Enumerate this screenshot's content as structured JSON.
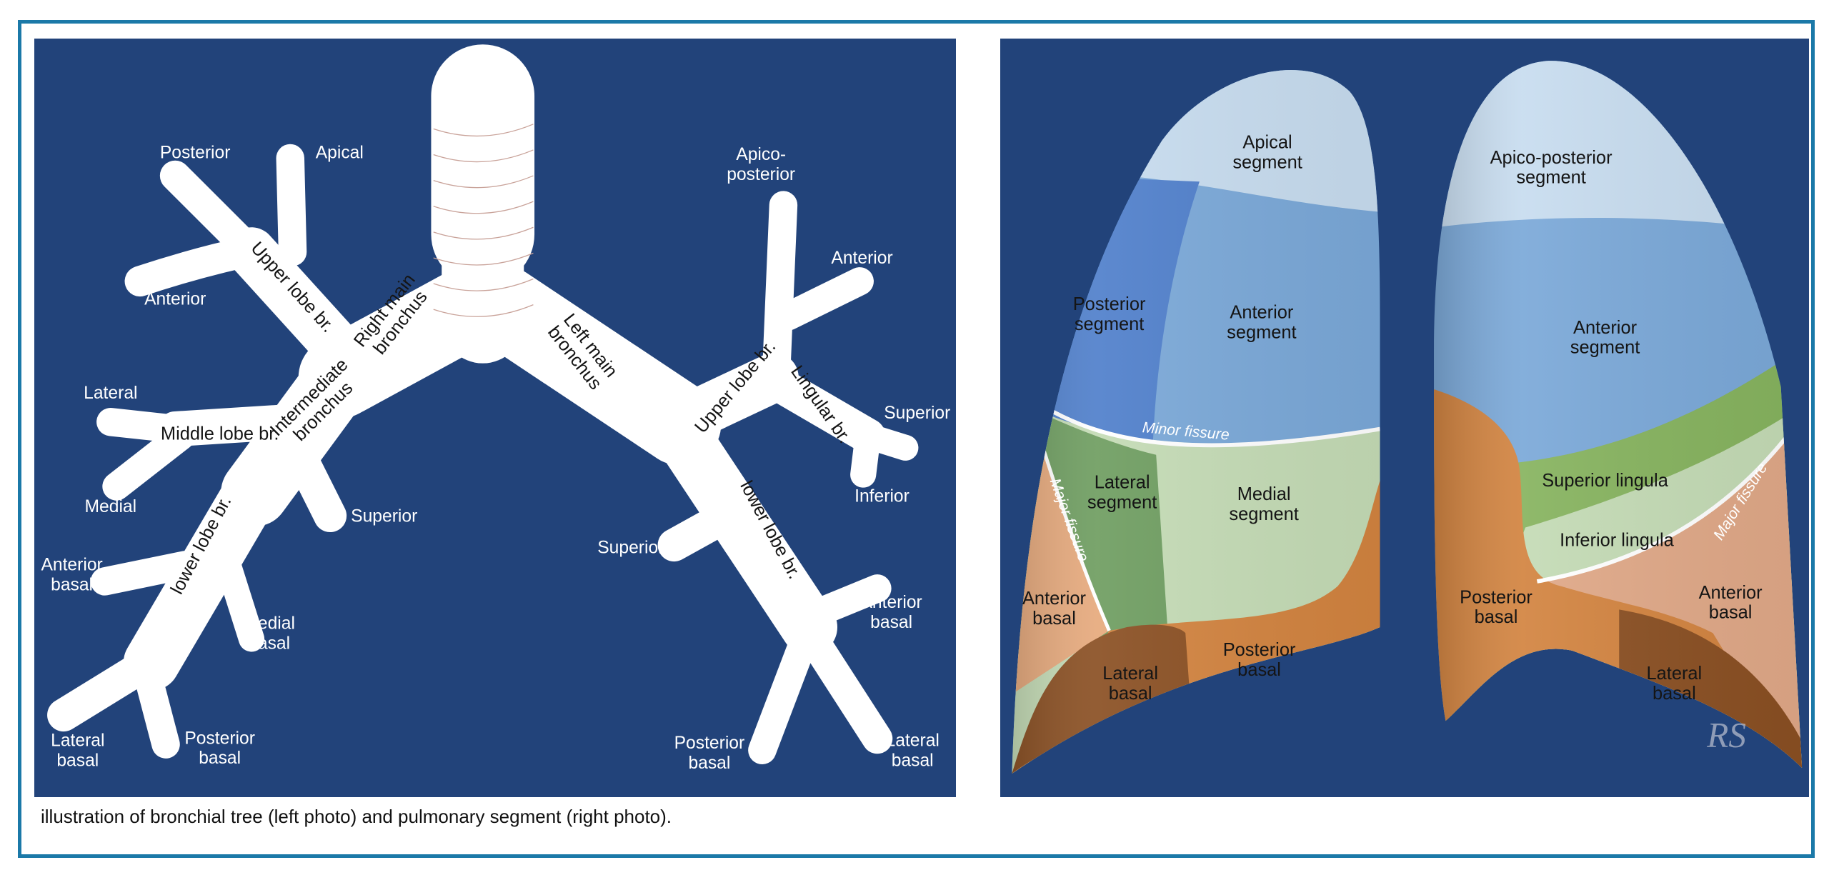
{
  "caption": "illustration of bronchial tree (left photo) and pulmonary segment (right photo).",
  "colors": {
    "border": "#1b79a8",
    "panel_background": "#22437a",
    "bronchus": "#ffffff",
    "apical": "#c7dcef",
    "posterior_segment": "#4f7fcb",
    "anterior_segment": "#7aa8d8",
    "lateral_segment": "#6e9d60",
    "medial_segment": "#c4dbb5",
    "superior_lingula": "#86b35e",
    "anterior_basal": "#e6a97c",
    "posterior_basal": "#d2833f",
    "lateral_basal": "#8a4f22"
  },
  "bronchial_tree": {
    "labels": [
      {
        "lines": [
          "Posterior"
        ]
      },
      {
        "lines": [
          "Apical"
        ]
      },
      {
        "lines": [
          "Anterior"
        ]
      },
      {
        "lines": [
          "Upper lobe br."
        ]
      },
      {
        "lines": [
          "Right main",
          "bronchus"
        ]
      },
      {
        "lines": [
          "Lateral"
        ]
      },
      {
        "lines": [
          "Middle lobe br."
        ]
      },
      {
        "lines": [
          "Intermediate",
          "bronchus"
        ]
      },
      {
        "lines": [
          "Medial"
        ]
      },
      {
        "lines": [
          "Superior"
        ]
      },
      {
        "lines": [
          "Anterior",
          "basal"
        ]
      },
      {
        "lines": [
          "lower lobe br."
        ]
      },
      {
        "lines": [
          "Medial",
          "basal"
        ]
      },
      {
        "lines": [
          "Lateral",
          "basal"
        ]
      },
      {
        "lines": [
          "Posterior",
          "basal"
        ]
      },
      {
        "lines": [
          "Apico-",
          "posterior"
        ]
      },
      {
        "lines": [
          "Anterior"
        ]
      },
      {
        "lines": [
          "Left main",
          "bronchus"
        ]
      },
      {
        "lines": [
          "Upper lobe br."
        ]
      },
      {
        "lines": [
          "Lingular br."
        ]
      },
      {
        "lines": [
          "Superior"
        ]
      },
      {
        "lines": [
          "Inferior"
        ]
      },
      {
        "lines": [
          "Superior"
        ]
      },
      {
        "lines": [
          "lower lobe br."
        ]
      },
      {
        "lines": [
          "Anterior",
          "basal"
        ]
      },
      {
        "lines": [
          "Posterior",
          "basal"
        ]
      },
      {
        "lines": [
          "Lateral",
          "basal"
        ]
      }
    ]
  },
  "pulmonary_segments": {
    "labels": [
      {
        "lines": [
          "Apical",
          "segment"
        ]
      },
      {
        "lines": [
          "Posterior",
          "segment"
        ]
      },
      {
        "lines": [
          "Anterior",
          "segment"
        ]
      },
      {
        "lines": [
          "Lateral",
          "segment"
        ]
      },
      {
        "lines": [
          "Medial",
          "segment"
        ]
      },
      {
        "lines": [
          "Anterior",
          "basal"
        ]
      },
      {
        "lines": [
          "Lateral",
          "basal"
        ]
      },
      {
        "lines": [
          "Posterior",
          "basal"
        ]
      },
      {
        "lines": [
          "Apico-posterior",
          "segment"
        ]
      },
      {
        "lines": [
          "Anterior",
          "segment"
        ]
      },
      {
        "lines": [
          "Superior lingula"
        ]
      },
      {
        "lines": [
          "Inferior lingula"
        ]
      },
      {
        "lines": [
          "Posterior",
          "basal"
        ]
      },
      {
        "lines": [
          "Anterior",
          "basal"
        ]
      },
      {
        "lines": [
          "Lateral",
          "basal"
        ]
      }
    ],
    "fissures": {
      "minor": "Minor fissure",
      "major_right": "Major fissure",
      "major_left": "Major fissure"
    },
    "watermark": "RS"
  }
}
